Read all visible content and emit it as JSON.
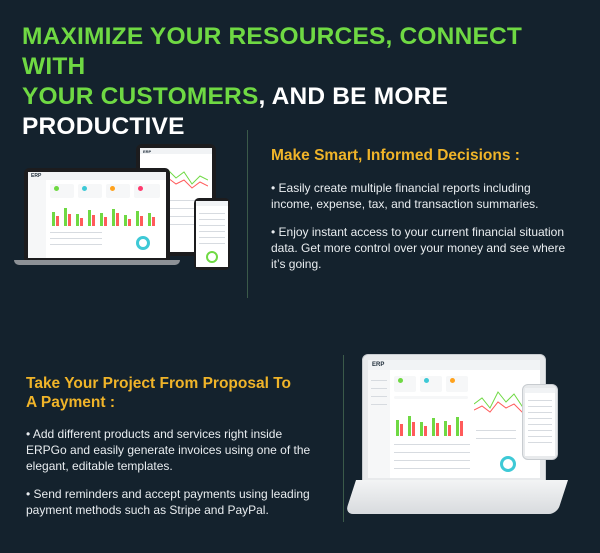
{
  "headline": {
    "part1": "MAXIMIZE YOUR RESOURCES, CONNECT WITH",
    "part2": "YOUR CUSTOMERS",
    "part3": ", AND BE MORE PRODUCTIVE"
  },
  "section1": {
    "title": "Make Smart, Informed Decisions :",
    "bullets": [
      "• Easily create multiple financial reports including income, expense, tax, and transaction summaries.",
      "• Enjoy instant access to your current financial situation data. Get more control over your money and see where it’s going."
    ]
  },
  "section2": {
    "title_line1": "Take Your Project From Proposal To",
    "title_line2": "A Payment :",
    "bullets": [
      "• Add different products and services right inside ERPGo and easily generate invoices using one of the elegant, editable templates.",
      "• Send reminders and accept payments using leading payment methods such as Stripe and PayPal."
    ]
  },
  "colors": {
    "background": "#14222d",
    "accent_green": "#6fd943",
    "accent_gold": "#f0b429"
  },
  "images": {
    "mockup1": "devices-dashboard-mockup",
    "mockup2": "laptop-phone-dashboard-mockup",
    "brand_mark": "ERP"
  }
}
